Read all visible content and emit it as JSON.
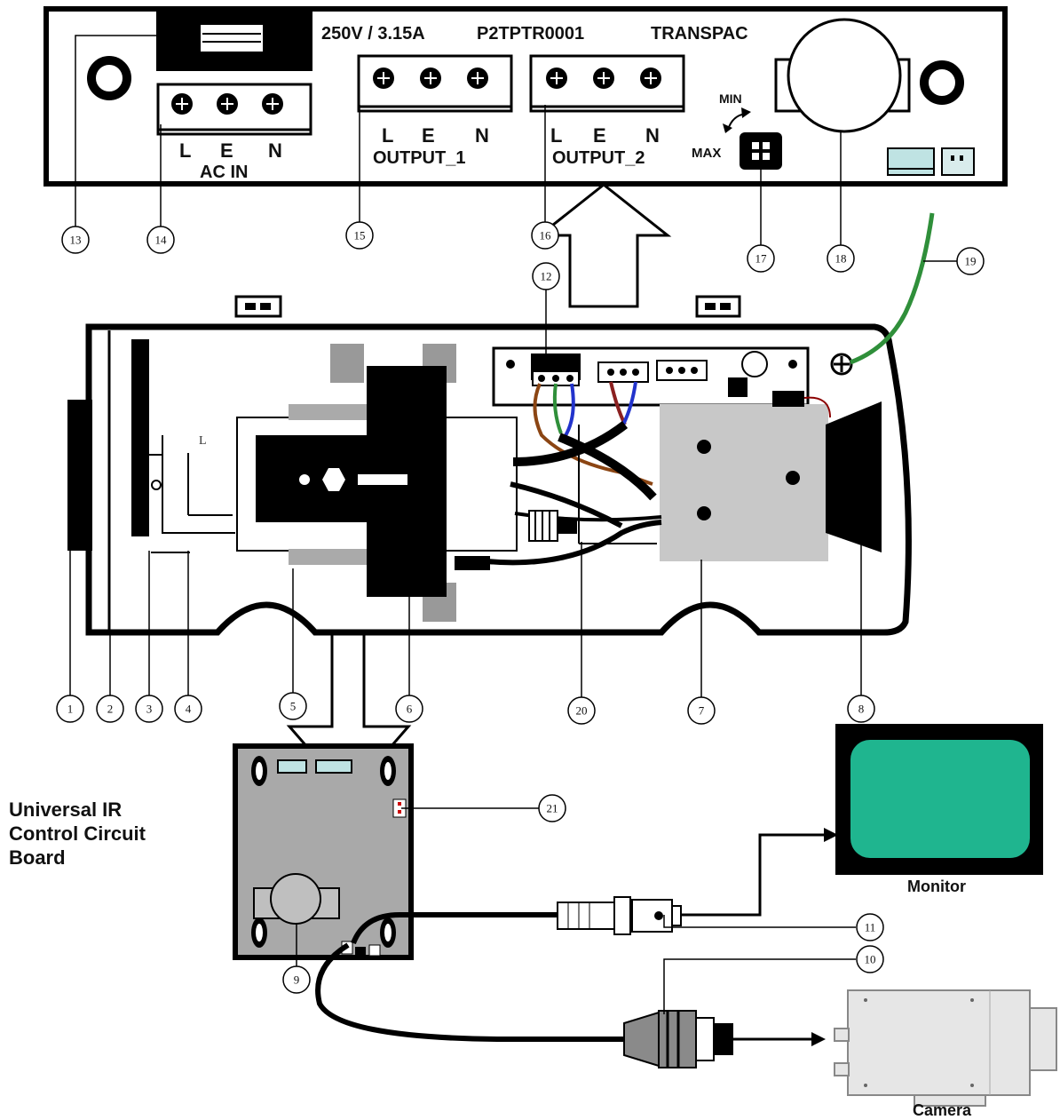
{
  "panel": {
    "rating": "250V / 3.15A",
    "model": "P2TPTR0001",
    "brand": "TRANSPAC",
    "ac_in": {
      "l": "L",
      "e": "E",
      "n": "N",
      "title": "AC IN"
    },
    "output_1": {
      "l": "L",
      "e": "E",
      "n": "N",
      "title": "OUTPUT_1"
    },
    "output_2": {
      "l": "L",
      "e": "E",
      "n": "N",
      "title": "OUTPUT_2"
    },
    "min": "MIN",
    "max": "MAX"
  },
  "housing": {
    "inner_mark": "L"
  },
  "callouts": [
    "1",
    "2",
    "3",
    "4",
    "5",
    "6",
    "7",
    "8",
    "9",
    "10",
    "11",
    "12",
    "13",
    "14",
    "15",
    "16",
    "17",
    "18",
    "19",
    "20",
    "21"
  ],
  "board_title": "Universal IR Control Circuit Board",
  "monitor_label": "Monitor",
  "camera_label": "Camera",
  "colors": {
    "monitor_screen": "#1fb58f",
    "ground_wire": "#2f8f3a",
    "wire_brown": "#8b4513",
    "wire_blue": "#2233cc",
    "board_gray": "#a9a9a9"
  }
}
